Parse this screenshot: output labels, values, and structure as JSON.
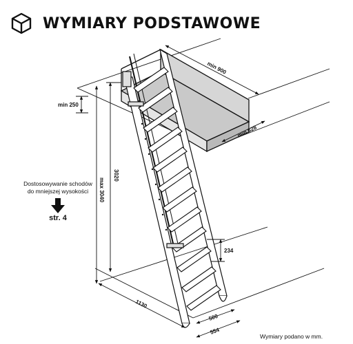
{
  "header": {
    "title": "WYMIARY PODSTAWOWE",
    "icon": "box-3d-icon"
  },
  "dimensions": {
    "opening_length": "min 900",
    "opening_width": "min 628",
    "opening_depth": "min 250",
    "floor_height": "3020",
    "max_height": "max 3040",
    "floor_distance": "1130",
    "step_spacing": "234",
    "inner_width": "500",
    "outer_width": "554"
  },
  "side_note": {
    "line1": "Dostosowywanie schodów",
    "line2": "do mniejszej wysokości",
    "arrow_icon": "arrow-down-icon",
    "reference": "str. 4"
  },
  "footnote": "Wymiary podano w mm.",
  "colors": {
    "line": "#111111",
    "opening_fill": "#d6d6d6"
  }
}
